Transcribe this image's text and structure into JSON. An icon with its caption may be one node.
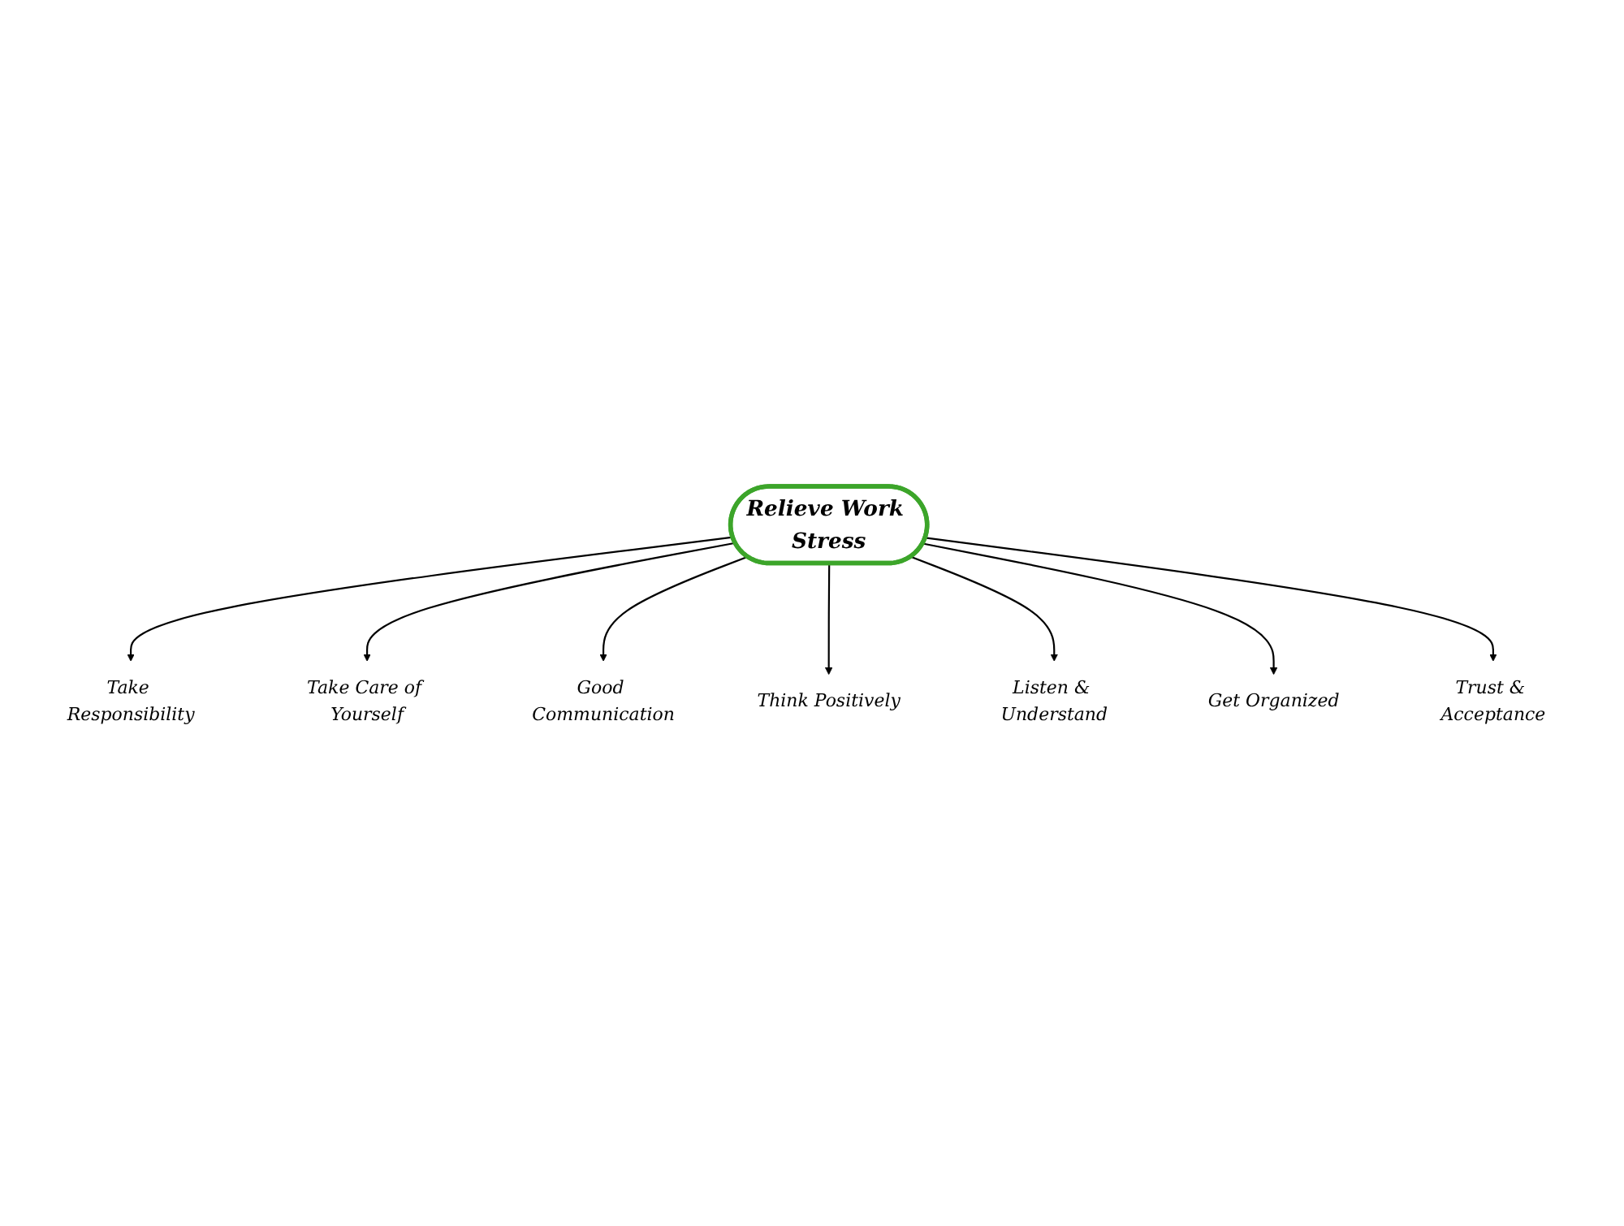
{
  "diagram": {
    "nodes": [
      {
        "text": [
          "Take Responsibility"
        ]
      },
      {
        "text": [
          "Take Care of Yourself"
        ]
      },
      {
        "text": [
          "Good Communication"
        ]
      },
      {
        "text": [
          "Think Positively"
        ]
      },
      {
        "text": [
          "Relieve Work Stress"
        ]
      },
      {
        "text": [
          "Listen & Understand"
        ]
      },
      {
        "text": [
          "Get Organized"
        ]
      },
      {
        "text": [
          "Trust & Acceptance"
        ]
      }
    ],
    "edges": [
      {
        "from": 4,
        "to": 0,
        "arrow": "to"
      },
      {
        "from": 4,
        "to": 1,
        "arrow": "to"
      },
      {
        "from": 4,
        "to": 2,
        "arrow": "to"
      },
      {
        "from": 4,
        "to": 3,
        "arrow": "to"
      },
      {
        "from": 4,
        "to": 5,
        "arrow": "to"
      },
      {
        "from": 4,
        "to": 6,
        "arrow": "to"
      },
      {
        "from": 4,
        "to": 7,
        "arrow": "to"
      }
    ]
  }
}
